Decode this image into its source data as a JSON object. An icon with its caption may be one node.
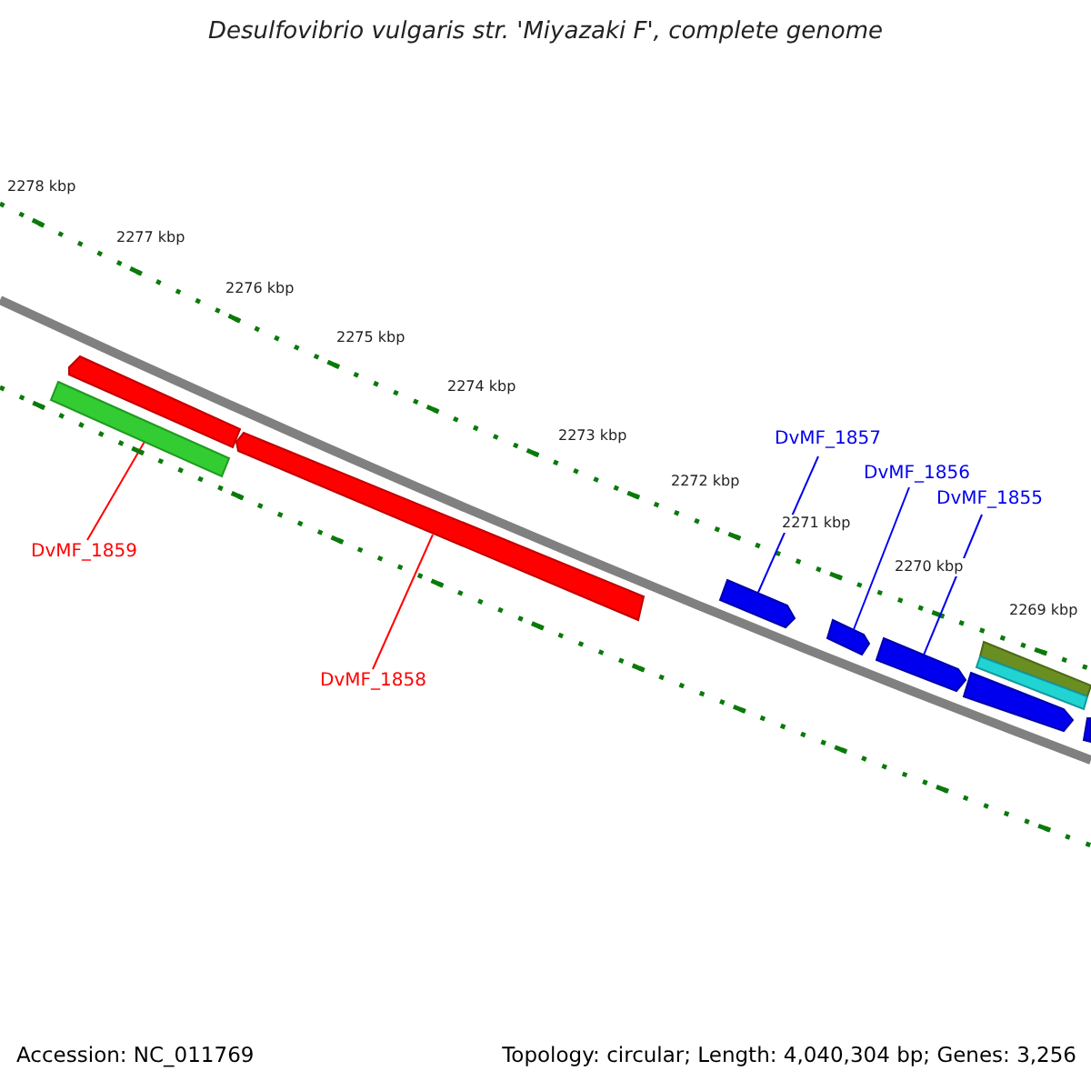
{
  "diagram": {
    "title": "Desulfovibrio vulgaris str. 'Miyazaki F', complete genome",
    "nodes": [
      {
        "text": [],
        "shape": "bar"
      },
      {
        "text": [],
        "shape": "bar"
      },
      {
        "text": [],
        "shape": "bar"
      },
      {
        "text": [],
        "shape": "bar"
      },
      {
        "text": [],
        "shape": "bar"
      },
      {
        "text": [],
        "shape": "bar"
      },
      {
        "text": [],
        "shape": "bar"
      },
      {
        "text": [],
        "shape": "bar"
      },
      {
        "text": [],
        "shape": "bar"
      },
      {
        "text": [],
        "shape": "bar"
      },
      {
        "text": [
          "DvMF_1857"
        ]
      },
      {
        "text": [
          "DvMF_1856"
        ]
      },
      {
        "text": [
          "DvMF_1855"
        ]
      },
      {
        "text": [
          "DvMF_1859"
        ]
      },
      {
        "text": [
          "DvMF_1858"
        ]
      }
    ],
    "edges": [
      {
        "from": 10,
        "to": 3,
        "arrow": "none"
      },
      {
        "from": 11,
        "to": 4,
        "arrow": "none"
      },
      {
        "from": 12,
        "to": 5,
        "arrow": "none"
      },
      {
        "from": 13,
        "to": 1,
        "arrow": "none",
        "color": "#ff0000"
      },
      {
        "from": 14,
        "to": 2,
        "arrow": "none",
        "color": "#ff0000"
      }
    ],
    "labels": [
      "2278 kbp",
      "2277 kbp",
      "2276 kbp",
      "2275 kbp",
      "2274 kbp",
      "2273 kbp",
      "2272 kbp",
      "2271 kbp",
      "2270 kbp",
      "2269 kbp",
      "Accession: NC_011769",
      "Topology: circular; Length: 4,040,304 bp; Genes: 3,256"
    ]
  }
}
